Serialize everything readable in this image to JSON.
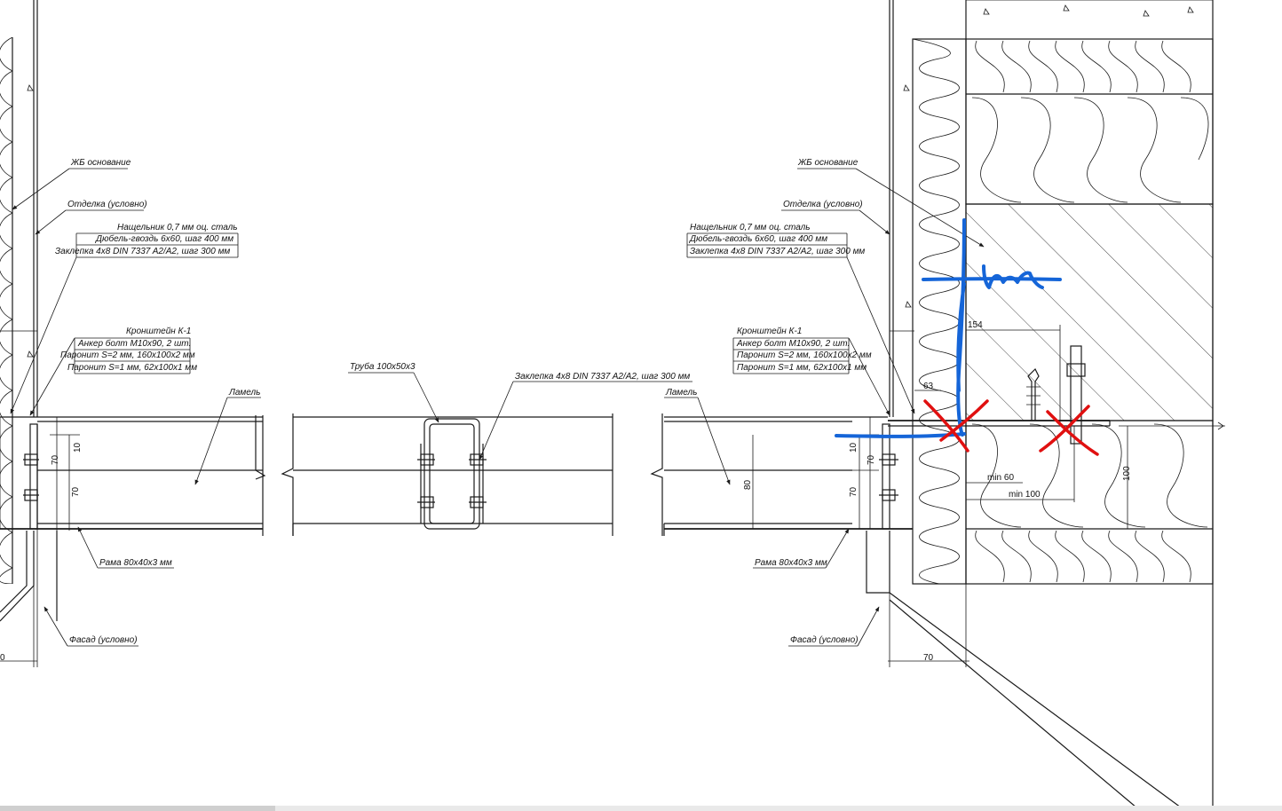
{
  "labels": {
    "left": {
      "zhb": "ЖБ основание",
      "otdelka": "Отделка (условно)",
      "nasch_1": "Нащельник 0,7 мм оц. сталь",
      "nasch_2": "Дюбель-гвоздь 6х60, шаг 400 мм",
      "nasch_3": "Заклепка 4х8 DIN 7337 A2/A2, шаг 300 мм",
      "kron_title": "Кронштейн К-1",
      "kron_1": "Анкер болт М10х90, 2 шт.",
      "kron_2": "Паронит S=2 мм, 160х100х2 мм",
      "kron_3": "Паронит S=1 мм, 62х100х1 мм",
      "lamel": "Ламель",
      "rama": "Рама 80х40х3 мм",
      "fasad": "Фасад (условно)"
    },
    "middle": {
      "truba": "Труба 100х50х3",
      "zaklepka": "Заклепка 4х8 DIN 7337 A2/A2, шаг 300 мм"
    },
    "right": {
      "zhb": "ЖБ основание",
      "otdelka": "Отделка (условно)",
      "nasch_1": "Нащельник 0,7 мм оц. сталь",
      "nasch_2": "Дюбель-гвоздь 6х60, шаг 400 мм",
      "nasch_3": "Заклепка 4х8 DIN 7337 A2/A2, шаг 300 мм",
      "kron_title": "Кронштейн К-1",
      "kron_1": "Анкер болт М10х90, 2 шт.",
      "kron_2": "Паронит S=2 мм, 160х100х2 мм",
      "kron_3": "Паронит S=1 мм, 62х100х1 мм",
      "lamel": "Ламель",
      "rama": "Рама 80х40х3 мм",
      "fasad": "Фасад (условно)"
    }
  },
  "dims": {
    "left_10": "10",
    "left_70a": "70",
    "left_70b": "70",
    "left_edge": "0",
    "right_10": "10",
    "right_70a": "70",
    "right_70b": "70",
    "right_80": "80",
    "right_154": "154",
    "right_63": "63",
    "right_min60": "min 60",
    "right_min100": "min 100",
    "right_100": "100",
    "right_70_bottom": "70"
  },
  "colors": {
    "line": "#1a1a1a",
    "markup_blue": "#1565d8",
    "markup_red": "#e01010"
  }
}
